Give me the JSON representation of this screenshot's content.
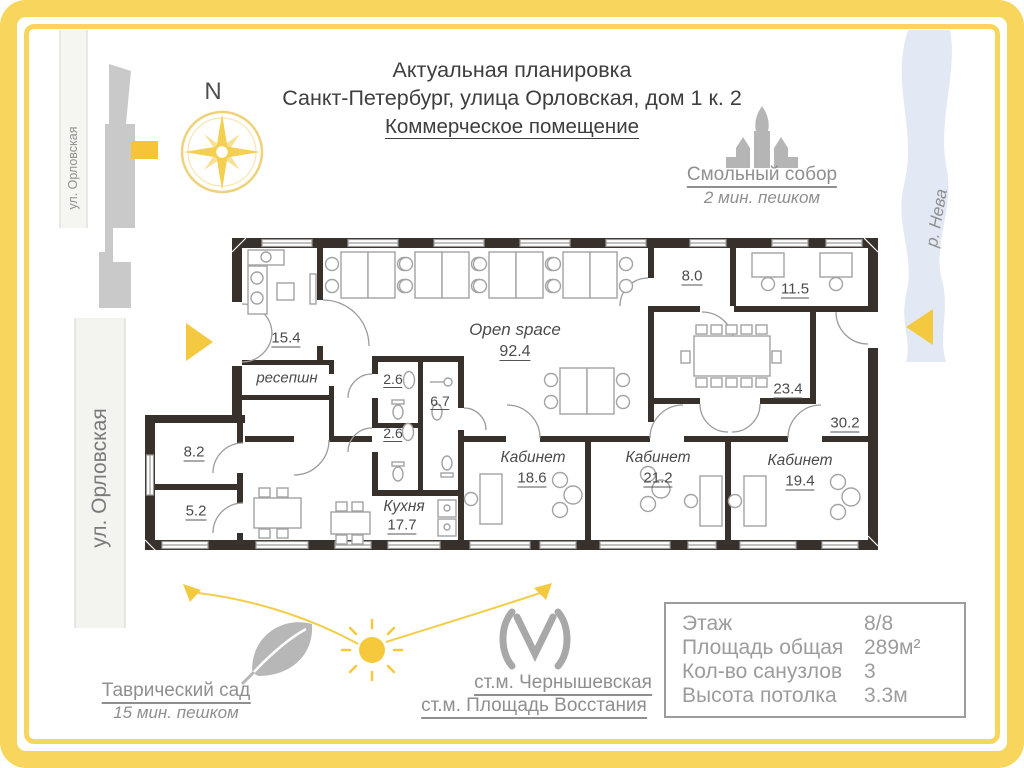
{
  "colors": {
    "frame_yellow": "#F8D55C",
    "marker_yellow": "#F6C437",
    "arrow_yellow": "#F3C93F",
    "wall_dark": "#38302B",
    "icon_gray": "#B5B5B5",
    "text_gray": "#9C9C9C",
    "river_blue": "#E2E9F4"
  },
  "title": {
    "line1": "Актуальная планировка",
    "line2": "Санкт-Петербург, улица Орловская, дом 1 к. 2",
    "line3": "Коммерческое помещение"
  },
  "compass": {
    "north": "N"
  },
  "landmarks": {
    "street_top": "ул. Орловская",
    "street_bottom": "ул. Орловская",
    "river": "р. Нева",
    "cathedral_name": "Смольный собор",
    "cathedral_distance": "2 мин. пешком",
    "garden_name": "Таврический сад",
    "garden_distance": "15 мин. пешком",
    "metro_station_1": "ст.м. Чернышевская",
    "metro_station_2": "ст.м. Площадь Восстания"
  },
  "rooms": {
    "hall": {
      "area": "15.4"
    },
    "reception": {
      "label": "ресепшн"
    },
    "open_space": {
      "label": "Open space",
      "area": "92.4"
    },
    "room_8": {
      "area": "8.0"
    },
    "room_115": {
      "area": "11.5"
    },
    "meeting": {
      "area": "23.4"
    },
    "corridor": {
      "area": "30.2"
    },
    "office_1": {
      "label": "Кабинет",
      "area": "18.6"
    },
    "office_2": {
      "label": "Кабинет",
      "area": "21.2"
    },
    "office_3": {
      "label": "Кабинет",
      "area": "19.4"
    },
    "kitchen": {
      "label": "Кухня",
      "area": "17.7"
    },
    "room_82": {
      "area": "8.2"
    },
    "room_52": {
      "area": "5.2"
    },
    "wc_top": {
      "area": "2.6"
    },
    "wc_mid": {
      "area": "6.7"
    },
    "wc_bottom": {
      "area": "2.6"
    }
  },
  "info_table": {
    "floor_label": "Этаж",
    "floor_value": "8/8",
    "area_label": "Площадь общая",
    "area_value": "289м²",
    "wc_label": "Кол-во санузлов",
    "wc_value": "3",
    "ceiling_label": "Высота потолка",
    "ceiling_value": "3.3м"
  }
}
